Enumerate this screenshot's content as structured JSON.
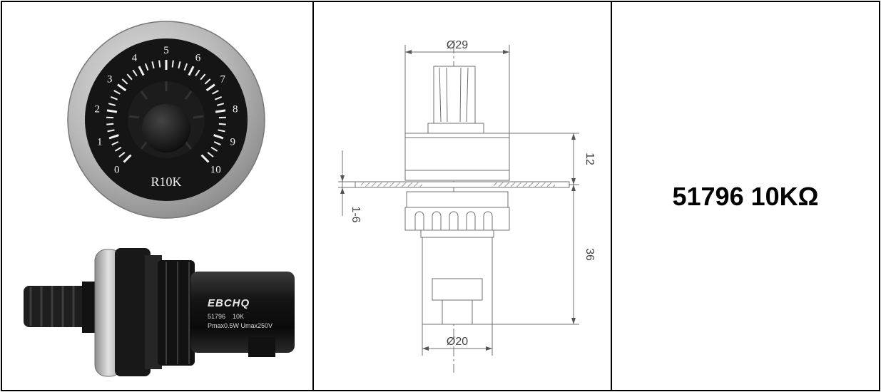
{
  "product": {
    "title": "51796 10KΩ"
  },
  "dial": {
    "scale": [
      "0",
      "1",
      "2",
      "3",
      "4",
      "5",
      "6",
      "7",
      "8",
      "9",
      "10"
    ],
    "label": "R10K"
  },
  "side_view": {
    "brand": "EBCHQ",
    "model_line": "51796    10K",
    "rating_line": "Pmax0.5W Umax250V"
  },
  "drawing": {
    "dim_top": "Ø29",
    "dim_bottom": "Ø20",
    "dim_upper_height": "12",
    "dim_total_height": "36",
    "dim_panel": "1-6"
  },
  "colors": {
    "border": "#000000",
    "knob_black": "#161616",
    "bezel_silver": "#b4b4b4",
    "line_gray": "#6f6f6f"
  }
}
